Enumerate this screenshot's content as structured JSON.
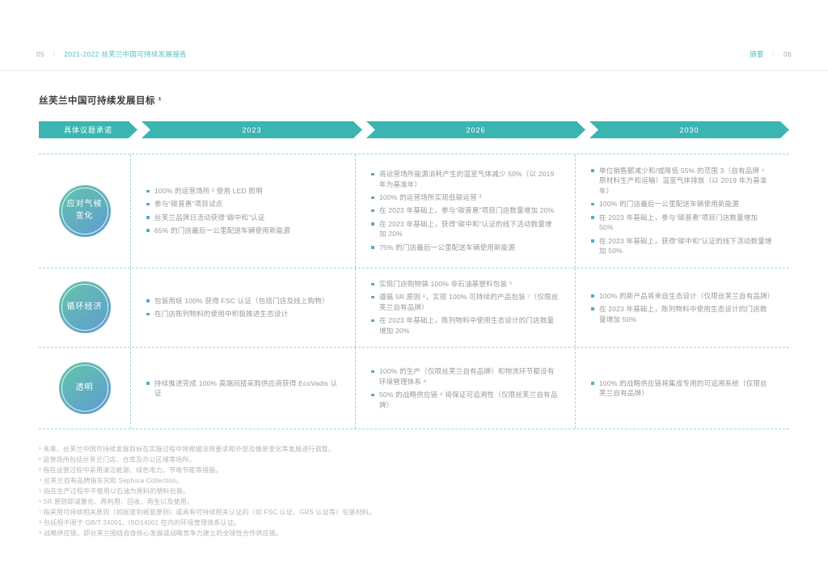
{
  "header": {
    "left_page": "05",
    "separator": "｜",
    "left_title": "2021-2022 丝芙兰中国可持续发展报告",
    "right_label": "摘要",
    "right_page": "06"
  },
  "main": {
    "title": "丝芙兰中国可持续发展目标 ¹",
    "timeline": [
      "具体议题承诺",
      "2023",
      "2026",
      "2030"
    ],
    "rows": [
      {
        "topic": "应对气候变化",
        "columns": [
          [
            "100% 的运营场所 ² 使用 LED 照明",
            "参与“碳普惠”项目试点",
            "丝芙兰品牌日活动获得“碳中和”认证",
            "65% 的门店最后一公里配送车辆使用新能源"
          ],
          [
            "将运营场所能源消耗产生的温室气体减少 50%（以 2019 年为基准年）",
            "100% 的运营场所实现低碳运营 ³",
            "在 2023 年基础上，参与“碳普惠”项目门店数量增加 20%",
            "在 2023 年基础上，获得“碳中和”认证的线下活动数量增加 20%",
            "75% 的门店最后一公里配送车辆使用新能源"
          ],
          [
            "单位销售额减少和/或降低 55% 的范围 3（自有品牌 ⁴ 原材料生产和运输）温室气体排放（以 2019 年为基准年）",
            "100% 的门店最后一公里配送车辆使用新能源",
            "在 2023 年基础上，参与“碳普惠”项目门店数量增加 50%",
            "在 2023 年基础上，获得“碳中和”认证的线下活动数量增加 50%"
          ]
        ]
      },
      {
        "topic": "循环经济",
        "columns": [
          [
            "包装用纸 100% 获得 FSC 认证（包括门店及线上购物）",
            "在门店陈列物料的使用中积极推进生态设计"
          ],
          [
            "实现门店购物袋 100% 非石油基塑料包装 ⁵",
            "遵循 5R 原则 ⁶，实现 100% 可持续的产品包装 ⁷（仅限丝芙兰自有品牌）",
            "在 2023 年基础上，陈列物料中使用生态设计的门店数量增加 20%"
          ],
          [
            "100% 的新产品将来自生态设计（仅限丝芙兰自有品牌）",
            "在 2023 年基础上，陈列物料中使用生态设计的门店数量增加 50%"
          ]
        ]
      },
      {
        "topic": "透明",
        "columns": [
          [
            "持续推进完成 100% 高端间接采购供应商获得 EcoVadis 认证"
          ],
          [
            "100% 的生产（仅限丝芙兰自有品牌）和物流环节都设有环境管理体系 ⁸",
            "50% 的战略供应链 ⁹ 将保证可追溯性（仅限丝芙兰自有品牌）"
          ],
          [
            "100% 的战略供应链将集成专用的可追溯系统（仅限丝芙兰自有品牌）"
          ]
        ]
      }
    ],
    "footnotes": [
      "¹ 未来，丝芙兰中国可持续发展目标在实施过程中将根据法规要求和外部及情景变化等发展进行调整。",
      "² 运营场所包括丝芙兰门店、仓库及办公区域等场所。",
      "³ 指在运营过程中采用清洁能源、绿色电力、节电节能等措施。",
      "⁴ 丝芙兰自有品牌指东究和 Sephora Collection。",
      "⁵ 指在生产过程中不使用以石油为原料的塑料包装。",
      "⁶ 5R 原则即减量化、再利用、回收、再生以及使用。",
      "⁷ 指采用可持续相关原则（如摇篮到摇篮原则）或具有可持续相关认证的（如 FSC 认证、GRS 认证等）包装材料。",
      "⁸ 包括但不限于 GB/T 24001、ISO14001 在内的环境管理体系认证。",
      "⁹ 战略供应链，即丝芙兰围绕自身核心发展或战略竞争力建立的全球性合作供应链。"
    ]
  },
  "colors": {
    "accent_teal": "#3ab5b2",
    "dashed_line": "#9ad8d6",
    "badge_gradient_start": "#63c4ac",
    "badge_gradient_end": "#5f9cd0",
    "bullet_marker": "#58a9c9",
    "header_link_teal": "#52c3c0"
  }
}
